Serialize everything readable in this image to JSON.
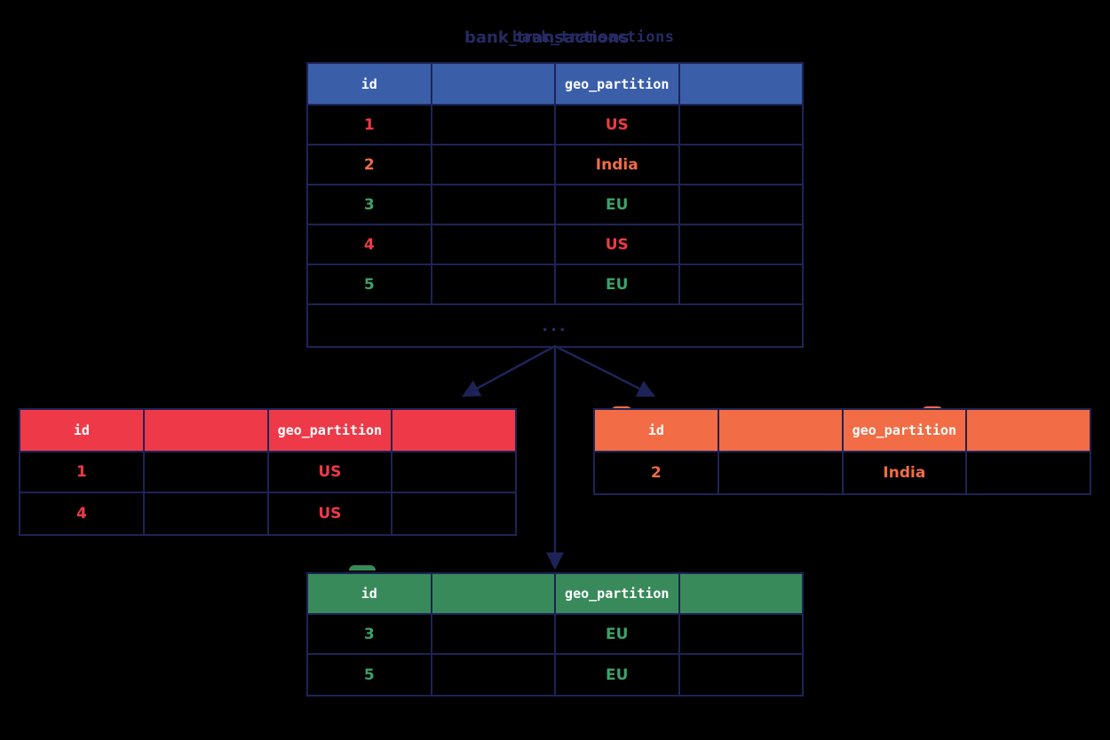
{
  "title": {
    "primary": "bank_transactions",
    "echo": "bank_transactions"
  },
  "colors": {
    "bg": "#000000",
    "line": "#1e2357",
    "title": "#262b63",
    "blue": "#3b5ea9",
    "red": "#ee3a48",
    "orange": "#f26c45",
    "green": "#388a5a",
    "green-text": "#3fa169",
    "header-text": "#ffffff"
  },
  "main_table": {
    "headers": {
      "id": "id",
      "geo": "geo_partition"
    },
    "rows": [
      {
        "id": "1",
        "geo": "US"
      },
      {
        "id": "2",
        "geo": "India"
      },
      {
        "id": "3",
        "geo": "EU"
      },
      {
        "id": "4",
        "geo": "US"
      },
      {
        "id": "5",
        "geo": "EU"
      }
    ],
    "ellipsis": "..."
  },
  "us_partition": {
    "headers": {
      "id": "id",
      "geo": "geo_partition"
    },
    "rows": [
      {
        "id": "1",
        "geo": "US"
      },
      {
        "id": "4",
        "geo": "US"
      }
    ]
  },
  "india_partition": {
    "headers": {
      "id": "id",
      "geo": "geo_partition"
    },
    "rows": [
      {
        "id": "2",
        "geo": "India"
      }
    ]
  },
  "eu_partition": {
    "headers": {
      "id": "id",
      "geo": "geo_partition"
    },
    "rows": [
      {
        "id": "3",
        "geo": "EU"
      },
      {
        "id": "5",
        "geo": "EU"
      }
    ]
  }
}
